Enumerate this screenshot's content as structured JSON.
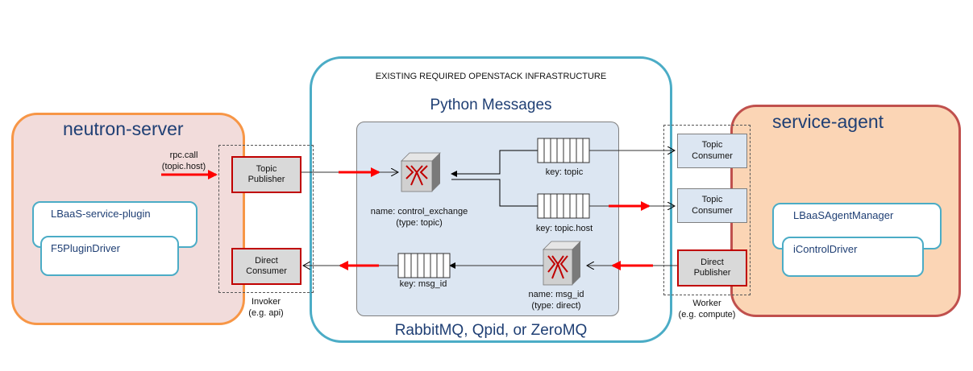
{
  "infrastructure_title": "EXISTING REQUIRED OPENSTACK INFRASTRUCTURE",
  "python_messages": "Python Messages",
  "backends": "RabbitMQ, Qpid, or ZeroMQ",
  "neutron": {
    "title": "neutron-server",
    "rpc_call": "rpc.call",
    "rpc_call_sub": "(topic.host)",
    "plugin": "LBaaS-service-plugin",
    "driver": "F5PluginDriver",
    "topic_publisher": "Topic\nPublisher",
    "direct_consumer": "Direct\nConsumer",
    "invoker": "Invoker",
    "invoker_sub": "(e.g. api)"
  },
  "exchanges": {
    "control_name": "name: control_exchange",
    "control_type": "(type: topic)",
    "direct_name": "name: msg_id",
    "direct_type": "(type: direct)"
  },
  "queues": {
    "topic_key": "key: topic",
    "topic_host_key": "key: topic.host",
    "msg_id_key": "key: msg_id"
  },
  "agent": {
    "title": "service-agent",
    "manager": "LBaaSAgentManager",
    "driver": "iControlDriver",
    "topic_consumer_1": "Topic\nConsumer",
    "topic_consumer_2": "Topic\nConsumer",
    "direct_publisher": "Direct\nPublisher",
    "worker": "Worker",
    "worker_sub": "(e.g. compute)"
  },
  "colors": {
    "neutron_fill": "#f2dcdb",
    "neutron_border": "#f79646",
    "agent_fill": "#fbd5b5",
    "agent_border": "#c0504d",
    "infra_border": "#4bacc6",
    "pm_fill": "#dce6f2",
    "title_text": "#1f3f74",
    "red_arrow": "#ff0000",
    "box_border": "#c00000",
    "blue_border": "#4bacc6"
  },
  "icons": [
    "exchange-icon"
  ]
}
